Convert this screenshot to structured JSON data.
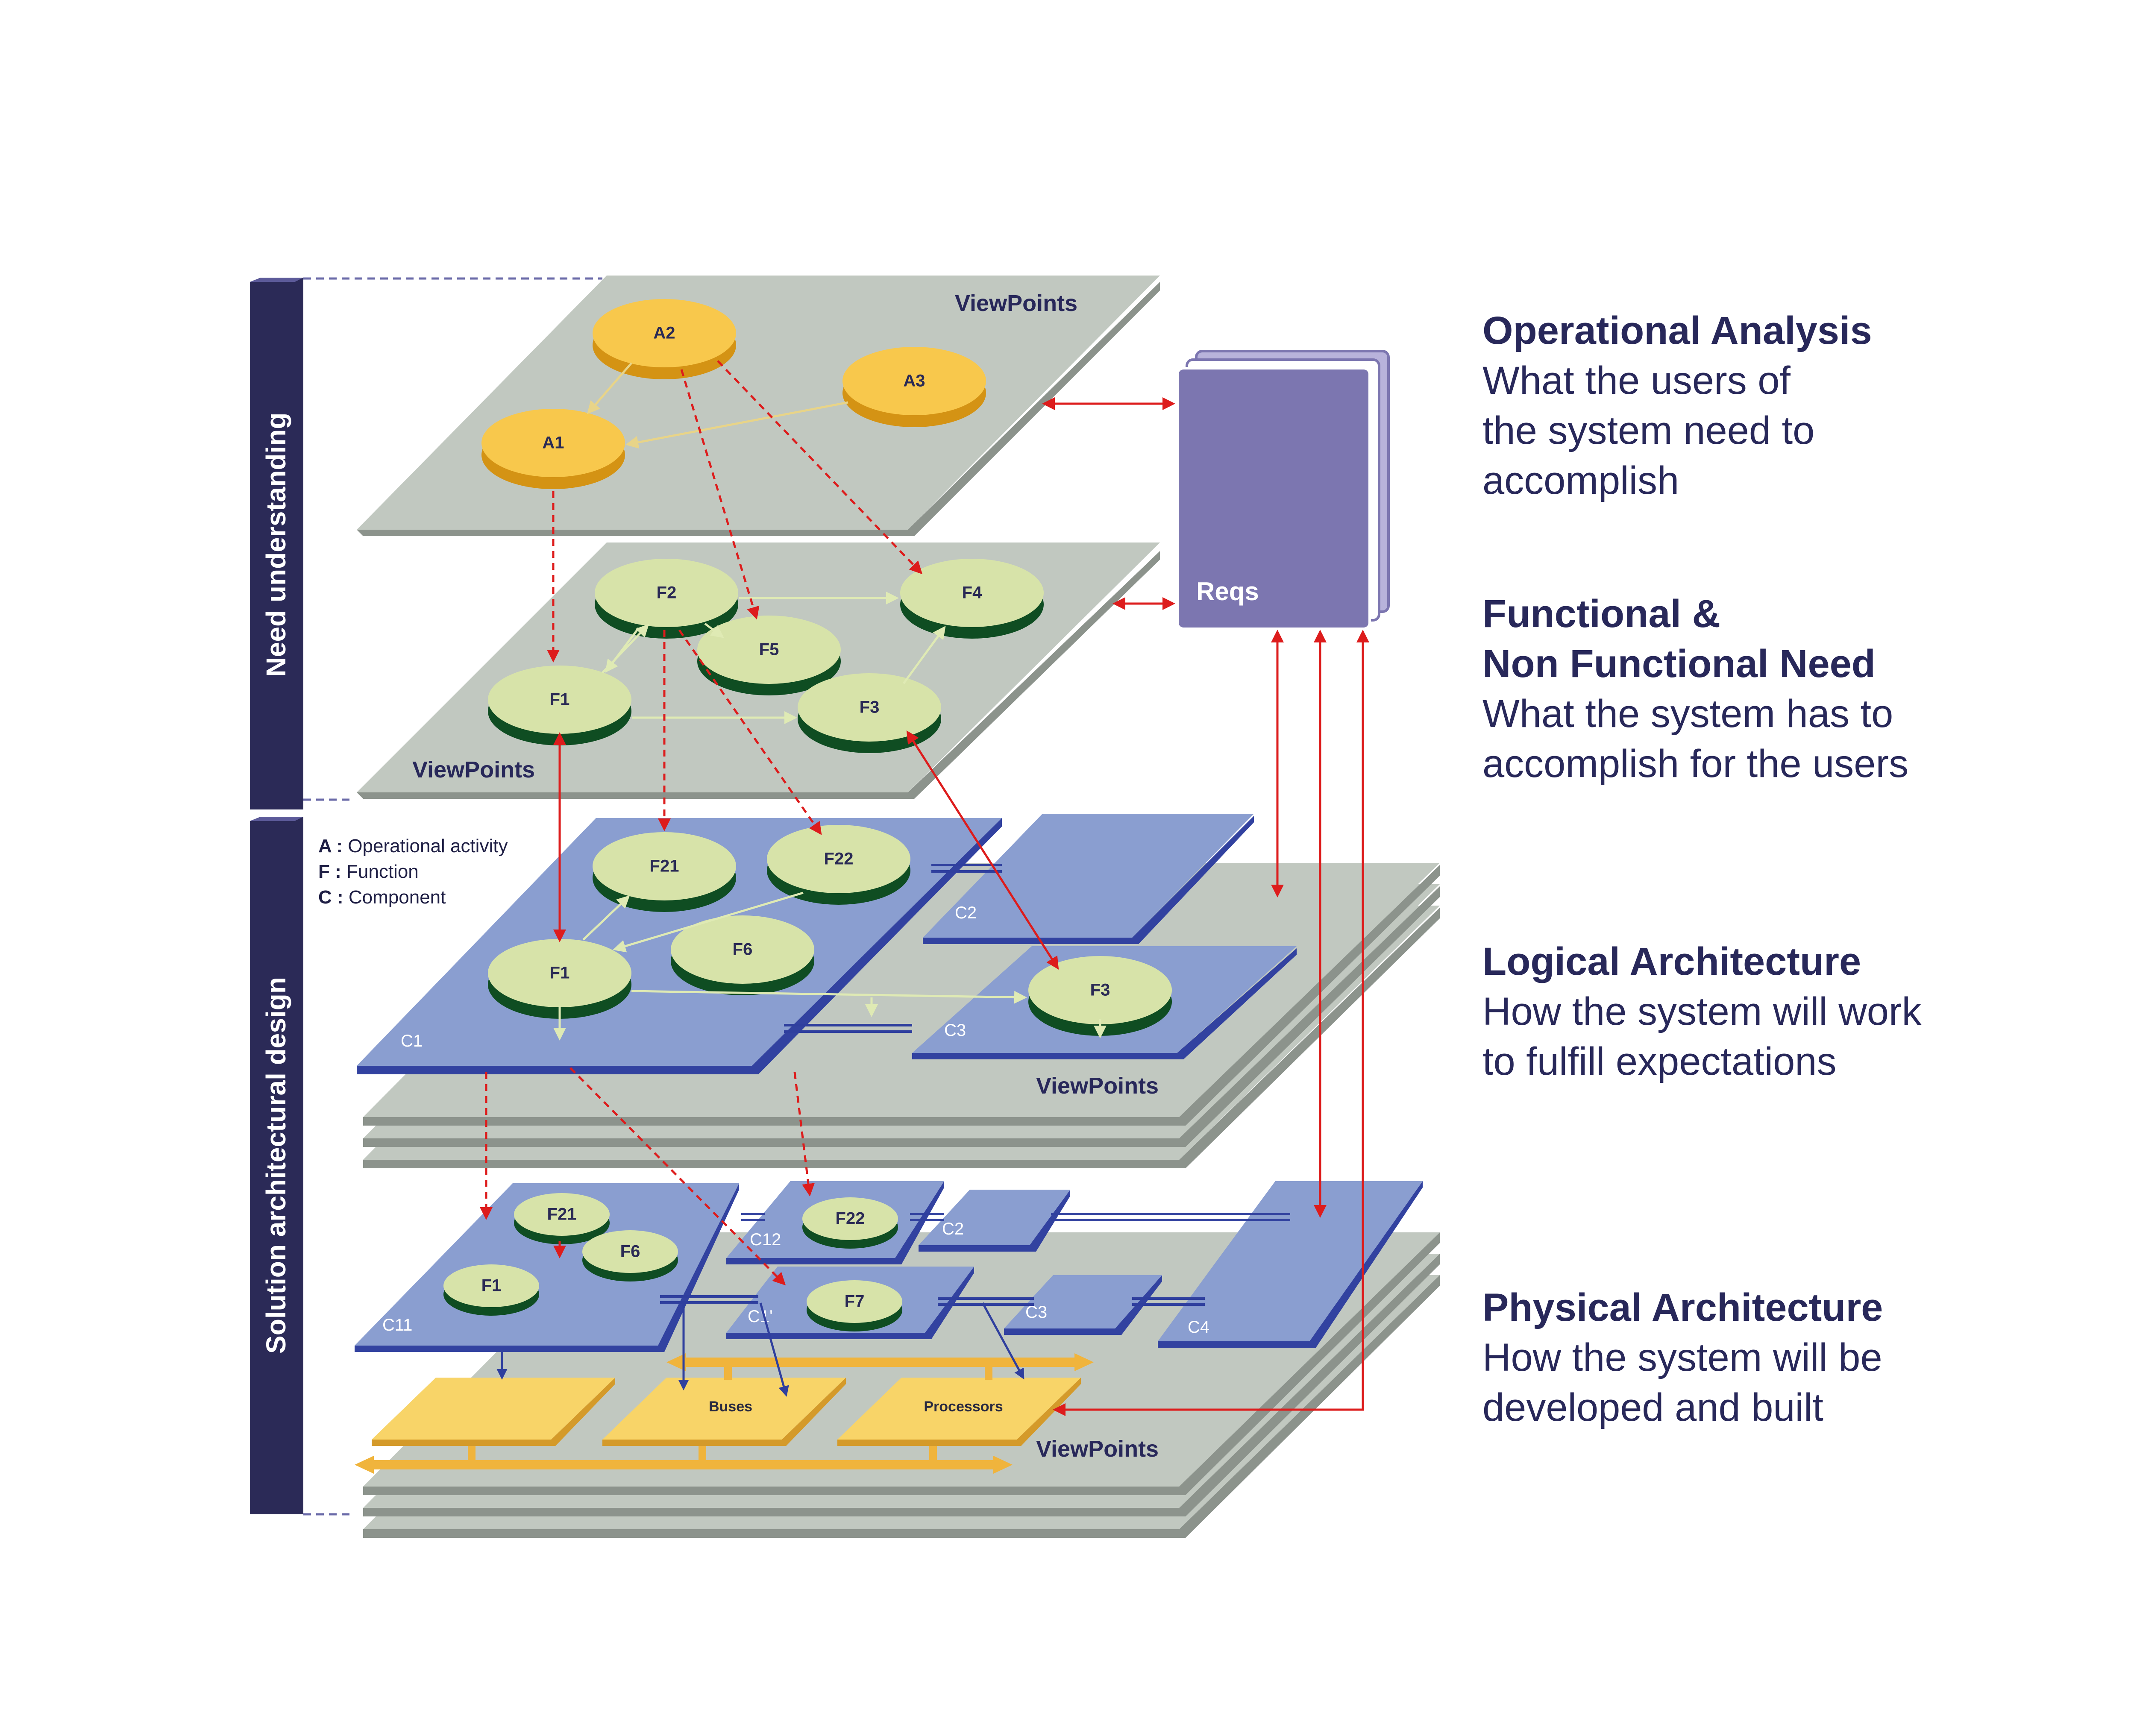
{
  "sidebar": {
    "need_label": "Need understanding",
    "solution_label": "Solution architectural design"
  },
  "legend": [
    {
      "key": "A :",
      "text": "Operational activity"
    },
    {
      "key": "F :",
      "text": "Function"
    },
    {
      "key": "C :",
      "text": "Component"
    }
  ],
  "reqs_label": "Reqs",
  "viewpoints_label": "ViewPoints",
  "operational": {
    "nodes": [
      "A2",
      "A3",
      "A1"
    ]
  },
  "functional": {
    "nodes": [
      "F2",
      "F4",
      "F5",
      "F1",
      "F3"
    ]
  },
  "logical": {
    "nodes": [
      "F21",
      "F22",
      "F6",
      "F1",
      "F3"
    ],
    "components": [
      "C1",
      "C2",
      "C3"
    ]
  },
  "physical": {
    "nodes": [
      "F21",
      "F6",
      "F1",
      "F22",
      "F7"
    ],
    "components": [
      "C11",
      "C12",
      "C2",
      "C1'",
      "C3",
      "C4"
    ],
    "hardware": [
      "Buses",
      "Processors"
    ]
  },
  "descriptions": [
    {
      "title": "Operational Analysis",
      "body": [
        "What the users of",
        "the system need to",
        "accomplish"
      ]
    },
    {
      "title": "Functional &",
      "title2": "Non Functional Need",
      "body": [
        "What the system has to",
        "accomplish for the users"
      ]
    },
    {
      "title": "Logical Architecture",
      "body": [
        "How the system will work",
        "to fulfill expectations"
      ]
    },
    {
      "title": "Physical Architecture",
      "body": [
        "How the system will be",
        "developed and built"
      ]
    }
  ],
  "colors": {
    "navy": "#2b2a57",
    "grey_layer": "#c1c8c0",
    "blue_component": "#8a9ed0",
    "reqs_purple": "#7c76b0",
    "orange_node": "#f8c84c",
    "green_node": "#d7e3a9",
    "trace_red": "#dd1c1c",
    "hw_yellow": "#f8d468"
  }
}
